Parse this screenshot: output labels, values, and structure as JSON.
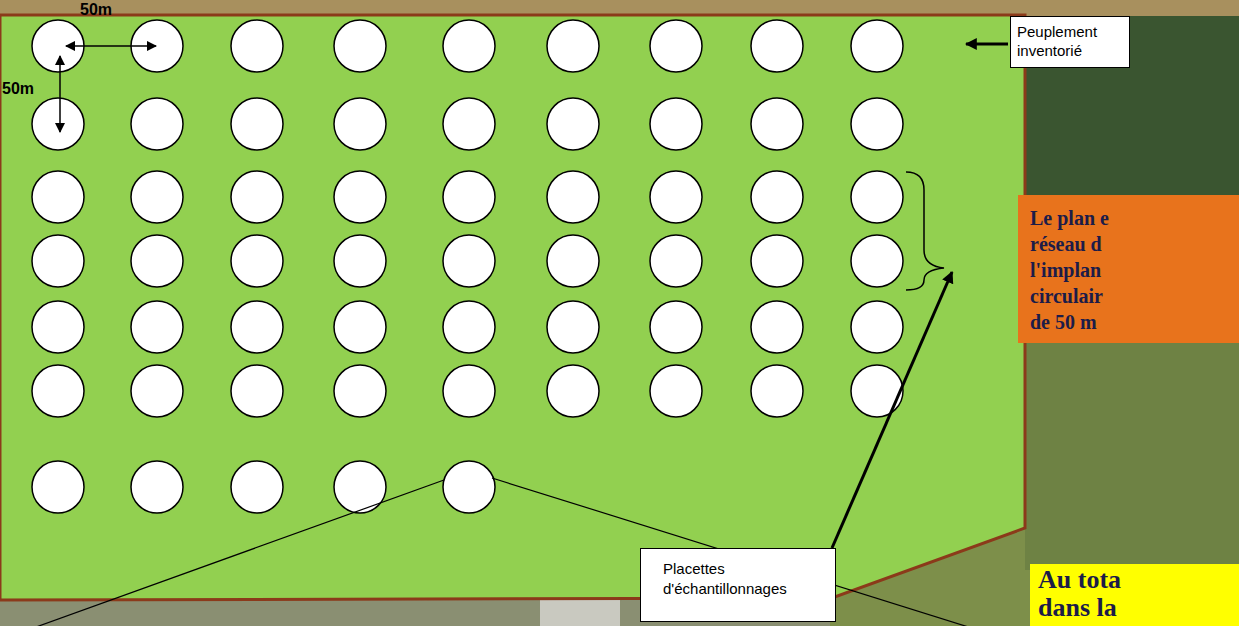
{
  "diagram": {
    "nodes": [
      {
        "text": [
          "Peuplement inventorié"
        ]
      },
      {
        "text": [
          "Le plan e réseau d l'implan circulair de 50 m"
        ]
      },
      {
        "text": [
          "Placettes d'échantillonnages"
        ]
      },
      {
        "text": [
          "Au tota dans la"
        ]
      }
    ],
    "labels": [
      "50m",
      "50m"
    ]
  }
}
